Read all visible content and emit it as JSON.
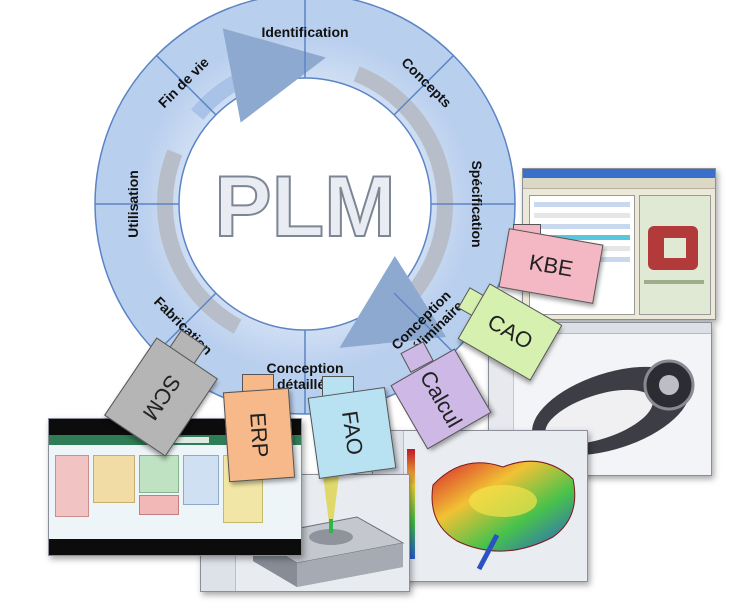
{
  "center_title": "PLM",
  "phases": [
    "Identification",
    "Concepts",
    "Spécification",
    "Conception préliminaire",
    "Conception détaillée",
    "Fabrication",
    "Utilisation",
    "Fin de vie"
  ],
  "tools": [
    {
      "label": "KBE",
      "color": "#f4b8c4"
    },
    {
      "label": "CAO",
      "color": "#d6f0b0"
    },
    {
      "label": "Calcul",
      "color": "#cdb8e6"
    },
    {
      "label": "FAO",
      "color": "#b8e2f2"
    },
    {
      "label": "ERP",
      "color": "#f7b98a"
    },
    {
      "label": "SCM",
      "color": "#b5b5b5"
    }
  ],
  "colors": {
    "ring": "#b9cfee",
    "ring_edge": "#5b84c4",
    "title_fill": "#e9edf3",
    "title_stroke": "#7d8694"
  }
}
